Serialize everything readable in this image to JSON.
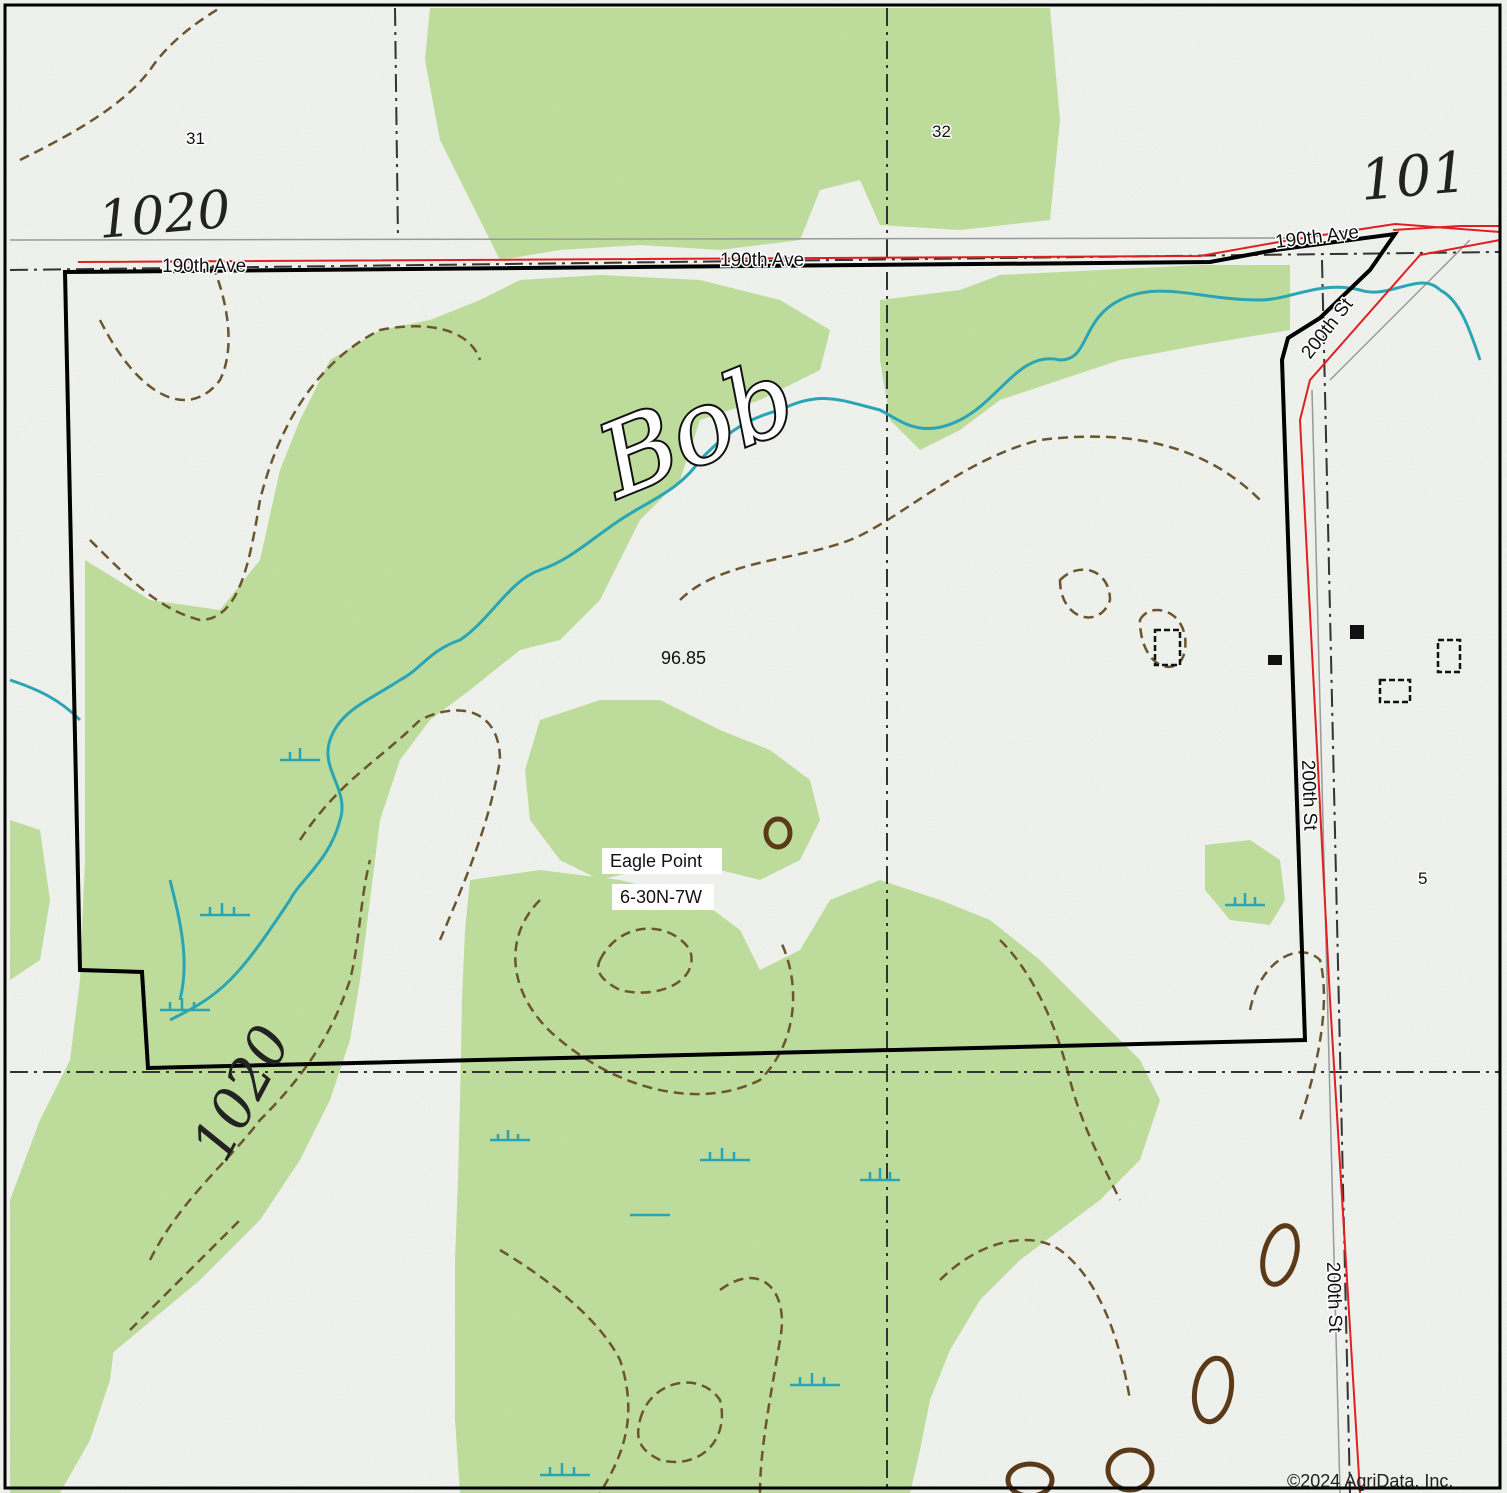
{
  "map": {
    "sections": {
      "s31": "31",
      "s32": "32",
      "s5": "5"
    },
    "field": {
      "acres": "96.85",
      "township": "Eagle Point",
      "legal": "6-30N-7W"
    },
    "roads": {
      "r190_a": "190th Ave",
      "r190_b": "190th Ave",
      "r190_c": "190th Ave",
      "r200_a": "200th St",
      "r200_b": "200th St",
      "r200_c": "200th St"
    },
    "topo": {
      "contour_a": "1020",
      "contour_b": "1020",
      "contour_c": "101",
      "creek": "Bob"
    },
    "copyright": "©2024 AgriData, Inc.",
    "colors": {
      "woodland": "#bfe09a",
      "open": "#f4f6f2",
      "boundary": "#000000",
      "road": "#e02020",
      "creek": "#2aa5b5",
      "contour": "#7a5a2a"
    }
  }
}
